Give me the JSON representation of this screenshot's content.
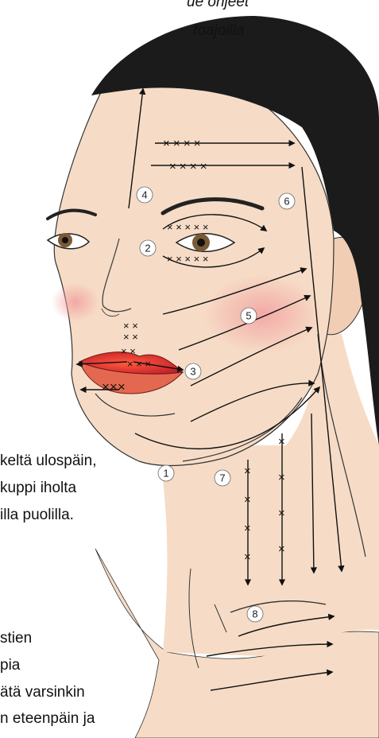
{
  "header_text": {
    "line1": "ue ohjeet",
    "line2": "toajoilla"
  },
  "side_text": {
    "line1": "keltä ulospäin,",
    "line2": "kuppi iholta",
    "line3": "illa puolilla.",
    "line4": "stien",
    "line5": "pia",
    "line6": "ätä varsinkin",
    "line7": "n eteenpäin ja"
  },
  "markers": [
    "1",
    "2",
    "3",
    "4",
    "5",
    "6",
    "7",
    "8"
  ],
  "colors": {
    "skin": "#f6dcc6",
    "hair": "#1b1b1b",
    "lip": "#e0312b",
    "blush": "#f2a0a0",
    "ink": "#111111"
  }
}
